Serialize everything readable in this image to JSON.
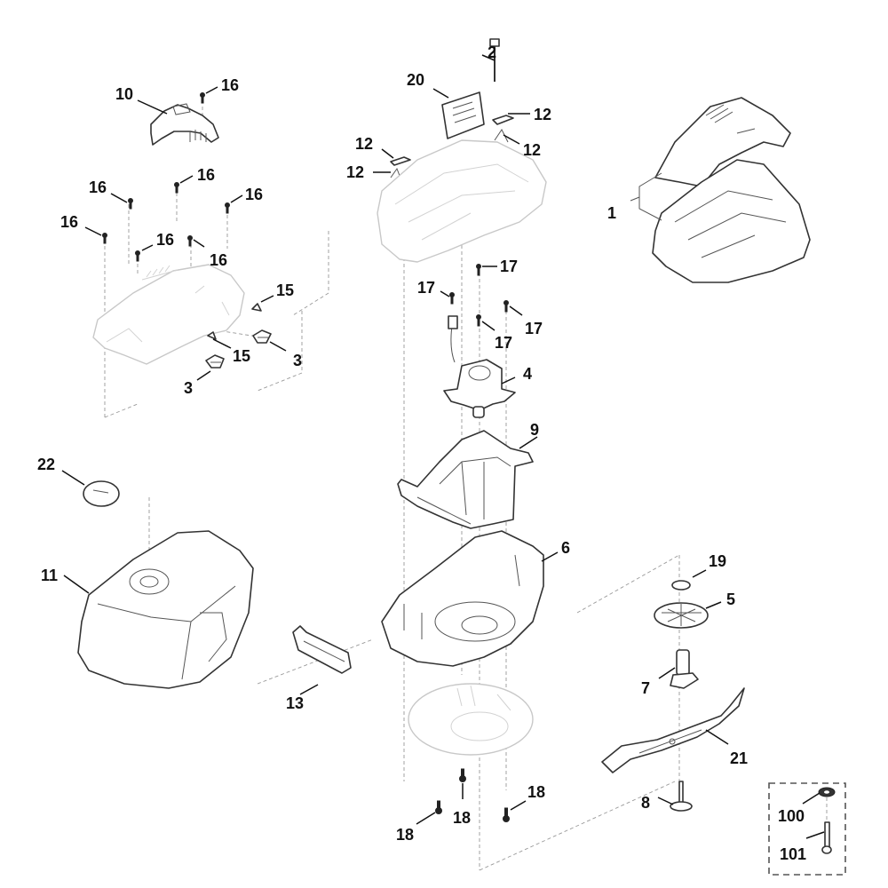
{
  "diagram": {
    "type": "exploded-parts-diagram",
    "subject": "robotic lawn mower chassis and drive assembly",
    "parts": [
      {
        "id": "p1",
        "number": "1",
        "description": "upper and lower housing set (bracketed)"
      },
      {
        "id": "p2",
        "number": "2",
        "description": "push button / pin"
      },
      {
        "id": "p3a",
        "number": "3",
        "description": "clip"
      },
      {
        "id": "p3b",
        "number": "3",
        "description": "clip"
      },
      {
        "id": "p4",
        "number": "4",
        "description": "motor"
      },
      {
        "id": "p5",
        "number": "5",
        "description": "blade hub / fan disc"
      },
      {
        "id": "p6",
        "number": "6",
        "description": "lower housing"
      },
      {
        "id": "p7",
        "number": "7",
        "description": "blade carrier"
      },
      {
        "id": "p8",
        "number": "8",
        "description": "blade screw"
      },
      {
        "id": "p9",
        "number": "9",
        "description": "motor carrier"
      },
      {
        "id": "p10",
        "number": "10",
        "description": "cover bracket"
      },
      {
        "id": "p11",
        "number": "11",
        "description": "top hood"
      },
      {
        "id": "p12a",
        "number": "12",
        "description": "spring clip"
      },
      {
        "id": "p12b",
        "number": "12",
        "description": "spring clip"
      },
      {
        "id": "p12c",
        "number": "12",
        "description": "spring clip"
      },
      {
        "id": "p12d",
        "number": "12",
        "description": "spring clip"
      },
      {
        "id": "p13",
        "number": "13",
        "description": "handle"
      },
      {
        "id": "p15a",
        "number": "15",
        "description": "cap"
      },
      {
        "id": "p15b",
        "number": "15",
        "description": "cap"
      },
      {
        "id": "p16a",
        "number": "16",
        "description": "screw"
      },
      {
        "id": "p16b",
        "number": "16",
        "description": "screw"
      },
      {
        "id": "p16c",
        "number": "16",
        "description": "screw"
      },
      {
        "id": "p16d",
        "number": "16",
        "description": "screw"
      },
      {
        "id": "p16e",
        "number": "16",
        "description": "screw"
      },
      {
        "id": "p16f",
        "number": "16",
        "description": "screw"
      },
      {
        "id": "p16g",
        "number": "16",
        "description": "screw"
      },
      {
        "id": "p17a",
        "number": "17",
        "description": "screw"
      },
      {
        "id": "p17b",
        "number": "17",
        "description": "screw"
      },
      {
        "id": "p17c",
        "number": "17",
        "description": "screw"
      },
      {
        "id": "p17d",
        "number": "17",
        "description": "screw"
      },
      {
        "id": "p18a",
        "number": "18",
        "description": "screw"
      },
      {
        "id": "p18b",
        "number": "18",
        "description": "screw"
      },
      {
        "id": "p18c",
        "number": "18",
        "description": "screw"
      },
      {
        "id": "p19",
        "number": "19",
        "description": "O-ring"
      },
      {
        "id": "p20",
        "number": "20",
        "description": "circuit board"
      },
      {
        "id": "p21",
        "number": "21",
        "description": "blade"
      },
      {
        "id": "p22",
        "number": "22",
        "description": "badge / emblem"
      },
      {
        "id": "p100",
        "number": "100",
        "description": "washer (kit)"
      },
      {
        "id": "p101",
        "number": "101",
        "description": "bolt (kit)"
      }
    ],
    "labels": {
      "l1": "1",
      "l2": "2",
      "l3a": "3",
      "l3b": "3",
      "l4": "4",
      "l5": "5",
      "l6": "6",
      "l7": "7",
      "l8": "8",
      "l9": "9",
      "l10": "10",
      "l11": "11",
      "l12a": "12",
      "l12b": "12",
      "l12c": "12",
      "l12d": "12",
      "l13": "13",
      "l15a": "15",
      "l15b": "15",
      "l16a": "16",
      "l16b": "16",
      "l16c": "16",
      "l16d": "16",
      "l16e": "16",
      "l16f": "16",
      "l16g": "16",
      "l17a": "17",
      "l17b": "17",
      "l17c": "17",
      "l17d": "17",
      "l18a": "18",
      "l18b": "18",
      "l18c": "18",
      "l19": "19",
      "l20": "20",
      "l21": "21",
      "l22": "22",
      "l100": "100",
      "l101": "101"
    },
    "kit_box": {
      "contains": [
        "100",
        "101"
      ]
    }
  }
}
